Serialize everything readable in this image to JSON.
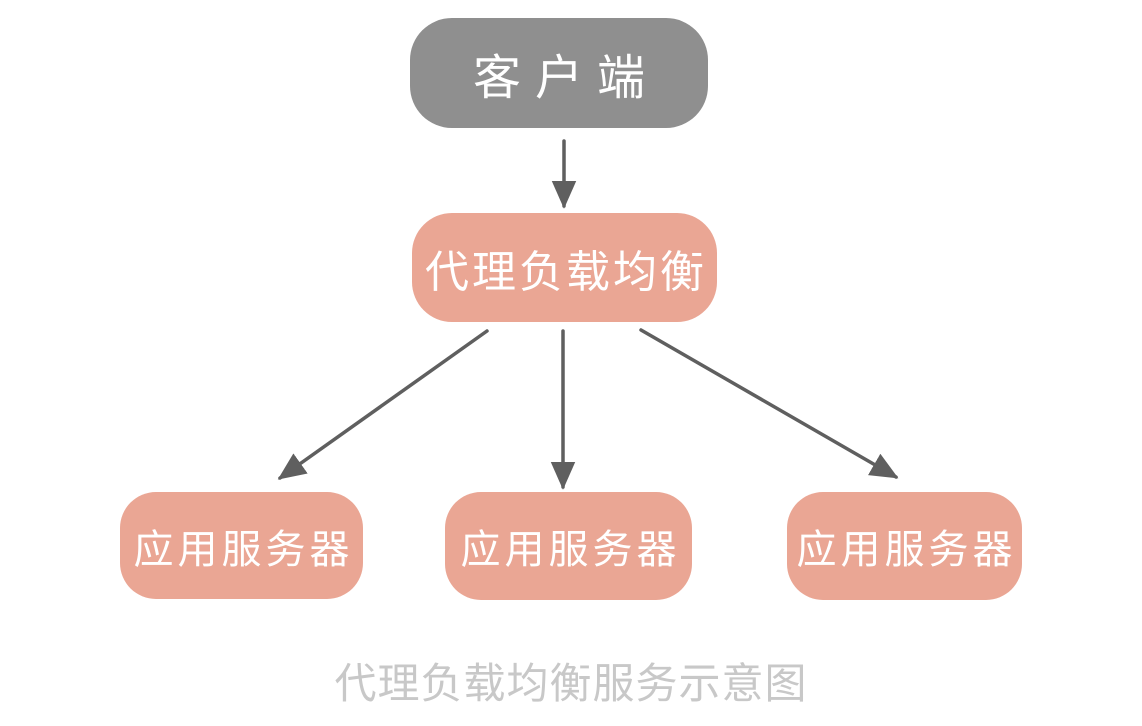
{
  "caption": "代理负载均衡服务示意图",
  "nodes": [
    {
      "id": "client",
      "label": "客户端"
    },
    {
      "id": "proxy",
      "label": "代理负载均衡"
    },
    {
      "id": "server-1",
      "label": "应用服务器"
    },
    {
      "id": "server-2",
      "label": "应用服务器"
    },
    {
      "id": "server-3",
      "label": "应用服务器"
    }
  ],
  "edges": [
    {
      "from": "client",
      "to": "proxy"
    },
    {
      "from": "proxy",
      "to": "server-1"
    },
    {
      "from": "proxy",
      "to": "server-2"
    },
    {
      "from": "proxy",
      "to": "server-3"
    }
  ],
  "colors": {
    "background": "#ffffff",
    "client_box": "#8f8f8f",
    "proxy_box": "#eaa694",
    "server_box": "#eaa694",
    "node_text": "#ffffff",
    "arrow": "#5f5f5f",
    "caption_text": "#c8c8c8"
  }
}
